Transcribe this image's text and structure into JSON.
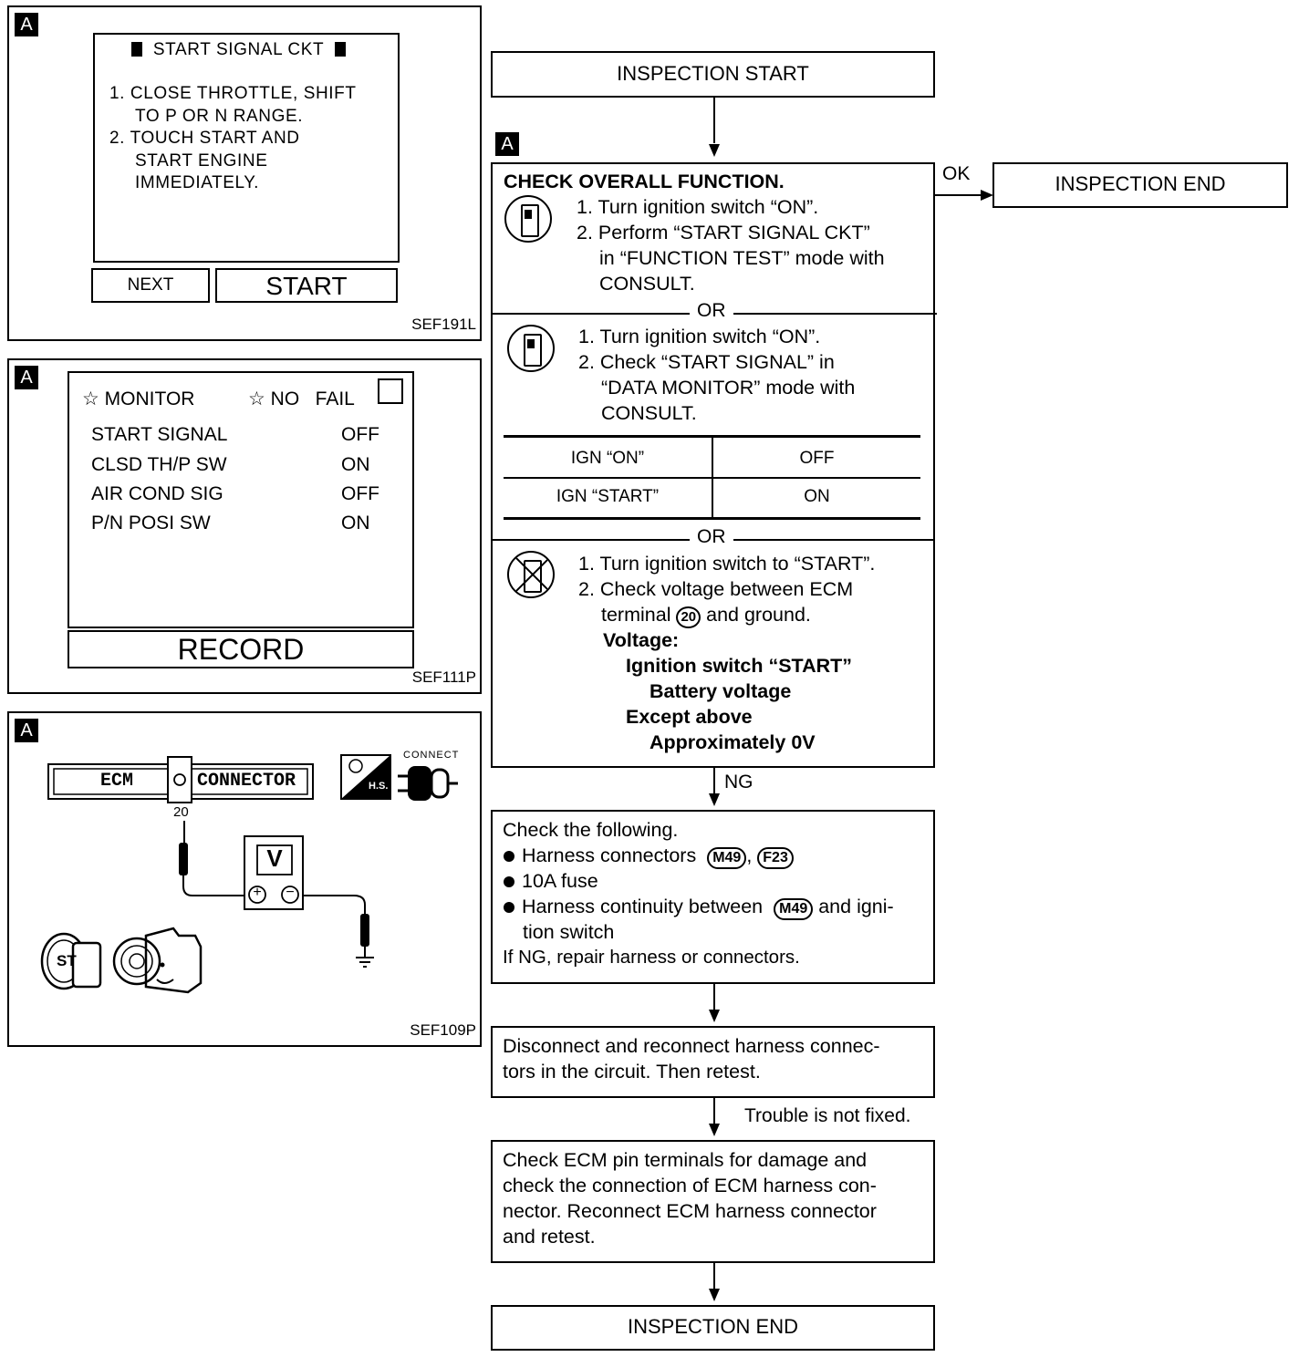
{
  "panels": {
    "p1": {
      "tag": "A",
      "screen_title": "START SIGNAL CKT",
      "steps": [
        "1.  CLOSE THROTTLE, SHIFT",
        "TO P OR N RANGE.",
        "2.  TOUCH START AND",
        "START ENGINE",
        "IMMEDIATELY."
      ],
      "btn_next": "NEXT",
      "btn_start": "START",
      "code": "SEF191L"
    },
    "p2": {
      "tag": "A",
      "monitor": "MONITOR",
      "no_fail": "NO   FAIL",
      "rows": [
        {
          "name": "START SIGNAL",
          "value": "OFF"
        },
        {
          "name": "CLSD TH/P SW",
          "value": "ON"
        },
        {
          "name": "AIR COND SIG",
          "value": "OFF"
        },
        {
          "name": "P/N POSI SW",
          "value": "ON"
        }
      ],
      "record": "RECORD",
      "code": "SEF111P"
    },
    "p3": {
      "tag": "A",
      "ecm": "ECM",
      "connector": "CONNECTOR",
      "connect": "CONNECT",
      "hs": "H.S.",
      "terminal": "20",
      "meter": "V",
      "plus": "+",
      "minus": "−",
      "key": "ST",
      "code": "SEF109P"
    }
  },
  "flow": {
    "inspection_start": "INSPECTION START",
    "tag_a": "A",
    "ok": "OK",
    "inspection_end_top": "INSPECTION END",
    "check_title": "CHECK OVERALL FUNCTION.",
    "s1": [
      "1. Turn ignition switch “ON”.",
      "2. Perform “START SIGNAL CKT”",
      "in “FUNCTION TEST” mode with",
      "CONSULT."
    ],
    "or": "OR",
    "s2": [
      "1. Turn ignition switch “ON”.",
      "2. Check “START SIGNAL” in",
      "“DATA MONITOR” mode with",
      "CONSULT."
    ],
    "table": [
      {
        "cond": "IGN “ON”",
        "val": "OFF"
      },
      {
        "cond": "IGN “START”",
        "val": "ON"
      }
    ],
    "s3": {
      "l1": "1. Turn ignition switch to “START”.",
      "l2": "2. Check voltage between ECM",
      "l3a": "terminal",
      "terminal": "20",
      "l3b": "and ground.",
      "voltage": "Voltage:",
      "ign_start": "Ignition switch “START”",
      "battery": "Battery voltage",
      "except": "Except above",
      "approx": "Approximately 0V"
    },
    "ng": "NG",
    "check_following": {
      "title": "Check the following.",
      "b1": "Harness connectors",
      "c1": "M49",
      "c2": "F23",
      "b2": "10A fuse",
      "b3a": "Harness continuity between",
      "c3": "M49",
      "b3b": "and igni-",
      "b3c": "tion switch",
      "last": "If NG, repair harness or connectors."
    },
    "disconnect": [
      "Disconnect and reconnect harness connec-",
      "tors in the circuit. Then retest."
    ],
    "trouble": "Trouble is not fixed.",
    "check_ecm": [
      "Check ECM pin terminals for damage and",
      "check the connection of ECM harness con-",
      "nector. Reconnect ECM harness connector",
      "and retest."
    ],
    "inspection_end_bottom": "INSPECTION END"
  }
}
